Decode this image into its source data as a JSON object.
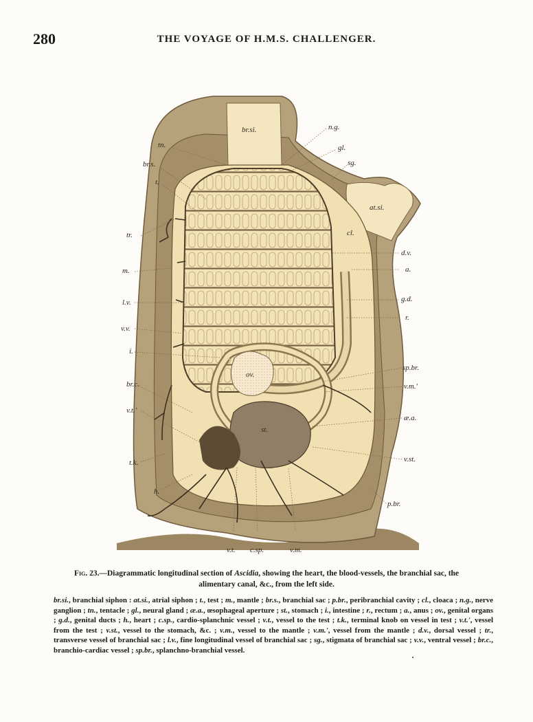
{
  "header": {
    "page_number": "280",
    "title": "THE VOYAGE OF H.M.S. CHALLENGER."
  },
  "figure": {
    "labels": {
      "br_si": "br.si.",
      "at_si": "at.si.",
      "cl": "cl.",
      "ov": "ov.",
      "st": "st.",
      "tn": "tn.",
      "br_s": "br.s.",
      "t": "t.",
      "tr": "tr.",
      "m": "m.",
      "l_v": "l.v.",
      "v_v": "v.v.",
      "i": "i.",
      "br_c": "br.c.",
      "v_t_prime": "v.t.'",
      "t_k": "t.k.",
      "h": "h.",
      "n_g": "n.g.",
      "gl": "gl.",
      "sg": "sg.",
      "d_v": "d.v.",
      "a": "a.",
      "g_d": "g.d.",
      "r": "r.",
      "sp_br": "sp.br.",
      "v_m_prime": "v.m.'",
      "ae_a": "æ.a.",
      "v_st": "v.st.",
      "p_br": "p.br.",
      "v_t": "v.t.",
      "c_sp": "c.sp.",
      "v_m": "v.m."
    },
    "colors": {
      "test": "#b6a27a",
      "test_dark": "#8b7650",
      "interior": "#f1e0b2",
      "stomach": "#8e7f66",
      "vessel": "#3d2f1f"
    }
  },
  "caption": {
    "figure_number": "Fig. 23.",
    "text_before": "—Diagrammatic longitudinal section of ",
    "genus": "Ascidia",
    "text_after": ", showing the heart, the blood-vessels, the branchial sac, the alimentary canal, &c., from the left side."
  },
  "legend": [
    {
      "abbr": "br.si.",
      "desc": ", branchial siphon :"
    },
    {
      "abbr": "at.si.",
      "desc": ", atrial siphon ;"
    },
    {
      "abbr": "t.",
      "desc": ", test ;"
    },
    {
      "abbr": "m.",
      "desc": ", mantle ;"
    },
    {
      "abbr": "br.s.",
      "desc": ", branchial sac ;"
    },
    {
      "abbr": "p.br.",
      "desc": ", peribranchial cavity ;"
    },
    {
      "abbr": "cl.",
      "desc": ", cloaca ;"
    },
    {
      "abbr": "n.g.",
      "desc": ", nerve ganglion ;"
    },
    {
      "abbr": "tn.",
      "desc": ", tentacle ;"
    },
    {
      "abbr": "gl.",
      "desc": ", neural gland ;"
    },
    {
      "abbr": "æ.a.",
      "desc": ", œsophageal aperture ;"
    },
    {
      "abbr": "st.",
      "desc": ", stomach ;"
    },
    {
      "abbr": "i.",
      "desc": ", intestine ;"
    },
    {
      "abbr": "r.",
      "desc": ", rectum ;"
    },
    {
      "abbr": "a.",
      "desc": ", anus ;"
    },
    {
      "abbr": "ov.",
      "desc": ", genital organs ;"
    },
    {
      "abbr": "g.d.",
      "desc": ", genital ducts ;"
    },
    {
      "abbr": "h.",
      "desc": ", heart ;"
    },
    {
      "abbr": "c.sp.",
      "desc": ", cardio-splanchnic vessel ;"
    },
    {
      "abbr": "v.t.",
      "desc": ", vessel to the test ;"
    },
    {
      "abbr": "t.k.",
      "desc": ", terminal knob on vessel in test ;"
    },
    {
      "abbr": "v.t.'",
      "desc": ", vessel from the test ;"
    },
    {
      "abbr": "v.st.",
      "desc": ", vessel to the stomach, &c. ;"
    },
    {
      "abbr": "v.m.",
      "desc": ", vessel to the mantle ;"
    },
    {
      "abbr": "v.m.'",
      "desc": ", vessel from the mantle ;"
    },
    {
      "abbr": "d.v.",
      "desc": ", dorsal vessel ;"
    },
    {
      "abbr": "tr.",
      "desc": ", transverse vessel of branchial sac ;"
    },
    {
      "abbr": "l.v.",
      "desc": ", fine longitudinal vessel of branchial sac ;"
    },
    {
      "abbr": "sg.",
      "desc": ", stigmata of branchial sac ;"
    },
    {
      "abbr": "v.v.",
      "desc": ", ventral vessel ;"
    },
    {
      "abbr": "br.c.",
      "desc": ", branchio-cardiac vessel ;"
    },
    {
      "abbr": "sp.br.",
      "desc": ", splanchno-branchial vessel."
    }
  ]
}
